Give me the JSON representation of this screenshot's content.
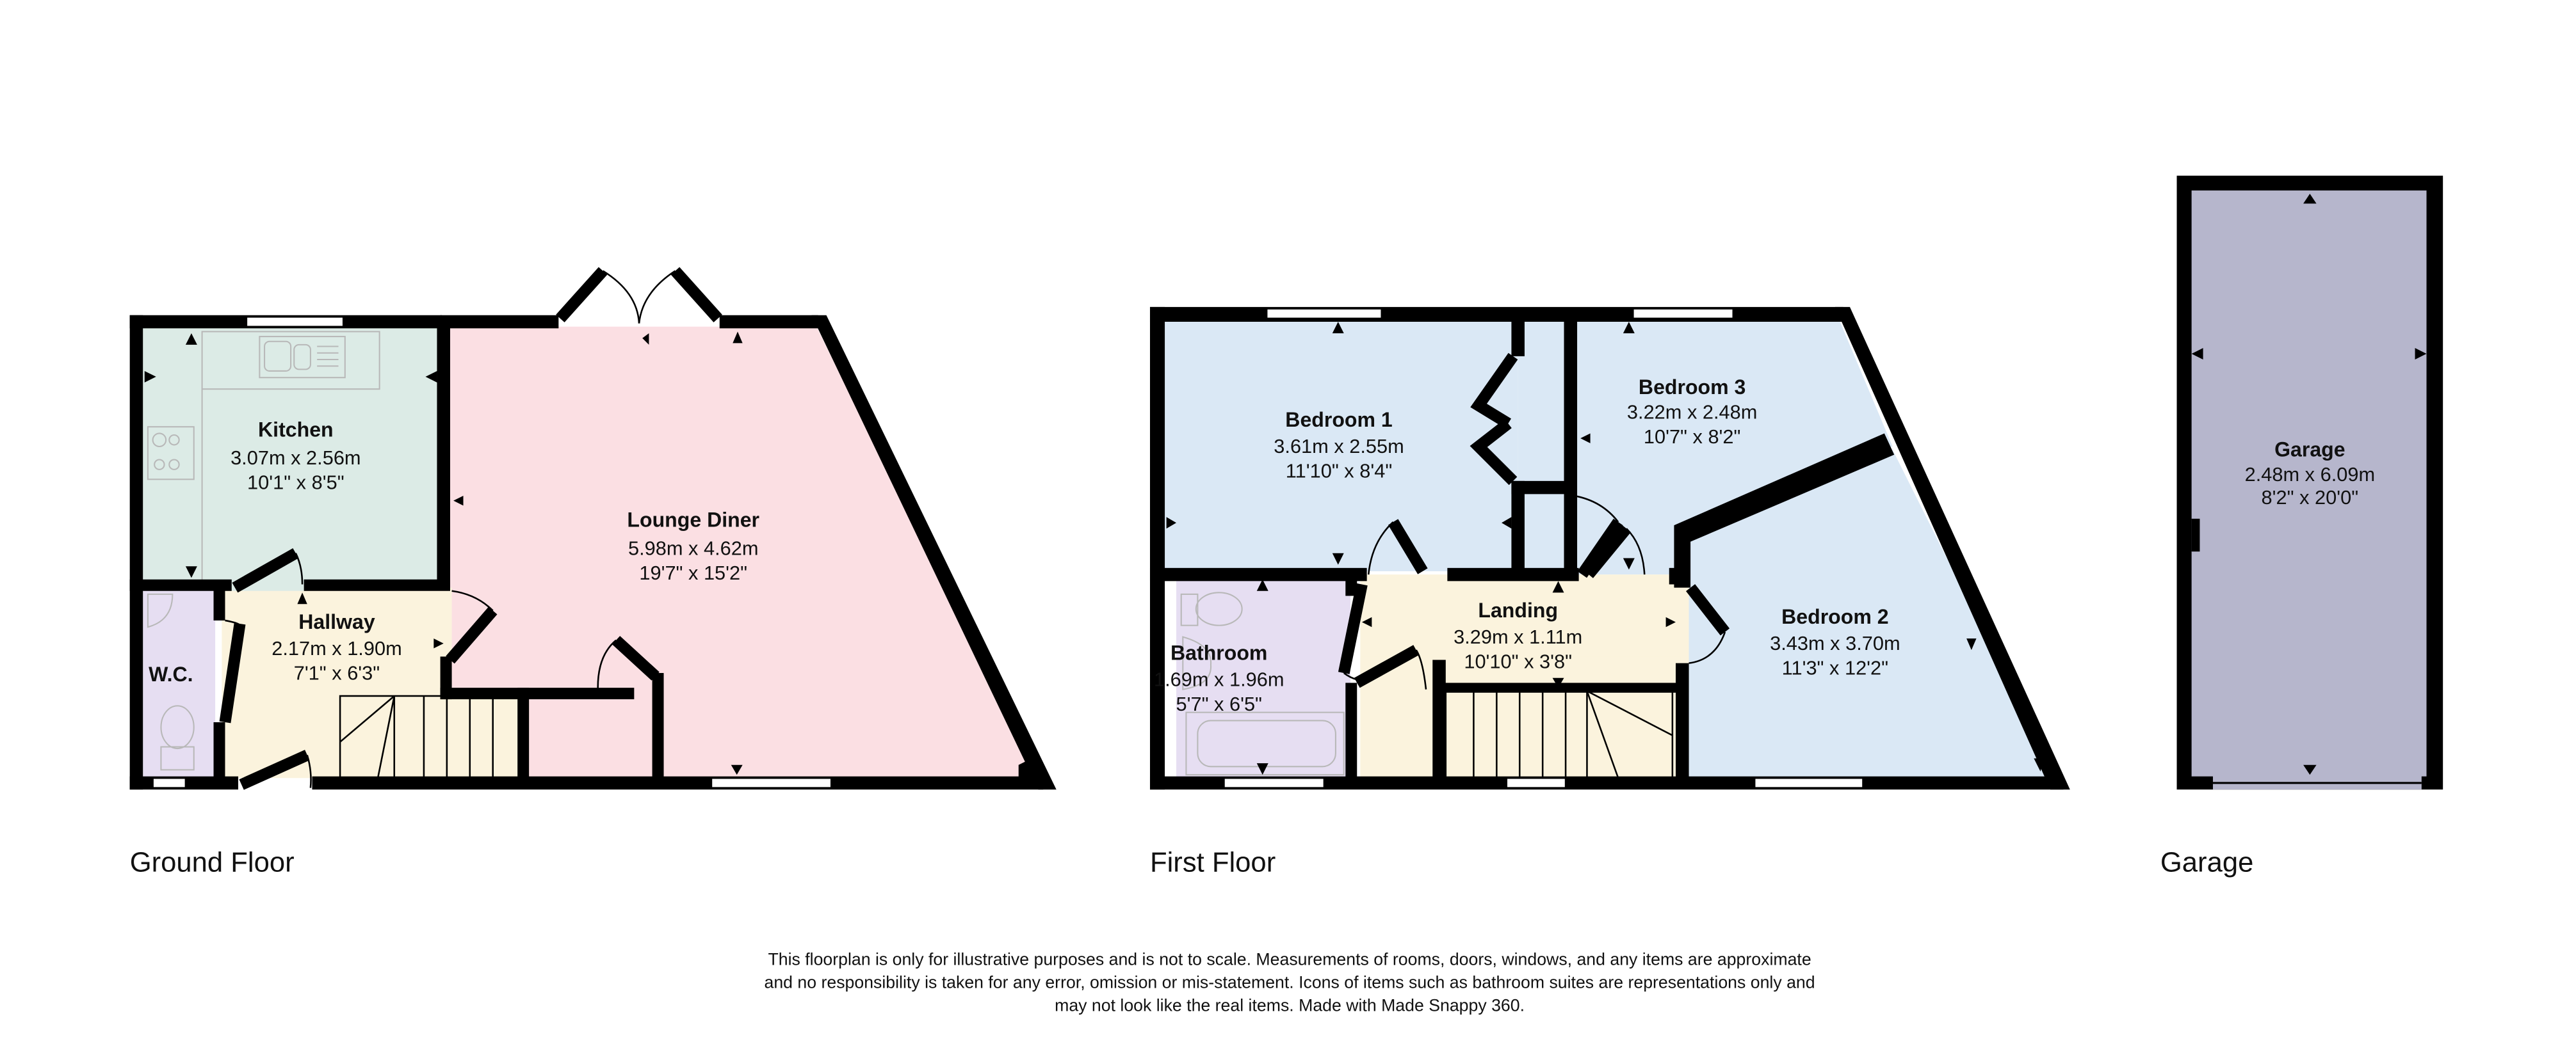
{
  "colors": {
    "kitchen": "#dcebe6",
    "lounge": "#fbdfe3",
    "hallway": "#fbf3dd",
    "wc": "#e6def2",
    "bedroom": "#dae8f5",
    "garage": "#b6b6cc",
    "wall": "#000000"
  },
  "floors": {
    "ground": {
      "label": "Ground Floor",
      "rooms": {
        "kitchen": {
          "name": "Kitchen",
          "metric": "3.07m x 2.56m",
          "imperial": "10'1\" x 8'5\""
        },
        "lounge": {
          "name": "Lounge Diner",
          "metric": "5.98m x 4.62m",
          "imperial": "19'7\" x 15'2\""
        },
        "hallway": {
          "name": "Hallway",
          "metric": "2.17m x 1.90m",
          "imperial": "7'1\" x 6'3\""
        },
        "wc": {
          "name": "W.C."
        }
      }
    },
    "first": {
      "label": "First Floor",
      "rooms": {
        "bedroom1": {
          "name": "Bedroom 1",
          "metric": "3.61m x 2.55m",
          "imperial": "11'10\" x 8'4\""
        },
        "bedroom3": {
          "name": "Bedroom 3",
          "metric": "3.22m x 2.48m",
          "imperial": "10'7\" x 8'2\""
        },
        "bedroom2": {
          "name": "Bedroom 2",
          "metric": "3.43m x 3.70m",
          "imperial": "11'3\" x 12'2\""
        },
        "landing": {
          "name": "Landing",
          "metric": "3.29m x 1.11m",
          "imperial": "10'10\" x 3'8\""
        },
        "bathroom": {
          "name": "Bathroom",
          "metric": "1.69m x 1.96m",
          "imperial": "5'7\" x 6'5\""
        }
      }
    },
    "garage": {
      "label": "Garage",
      "rooms": {
        "garage": {
          "name": "Garage",
          "metric": "2.48m x 6.09m",
          "imperial": "8'2\" x 20'0\""
        }
      }
    }
  },
  "disclaimer": [
    "This floorplan is only for illustrative purposes and is not to scale. Measurements of rooms, doors, windows, and any items are approximate",
    "and no responsibility is taken for any error, omission or mis-statement. Icons of items such as bathroom suites are representations only and",
    "may not look like the real items. Made with Made Snappy 360."
  ]
}
